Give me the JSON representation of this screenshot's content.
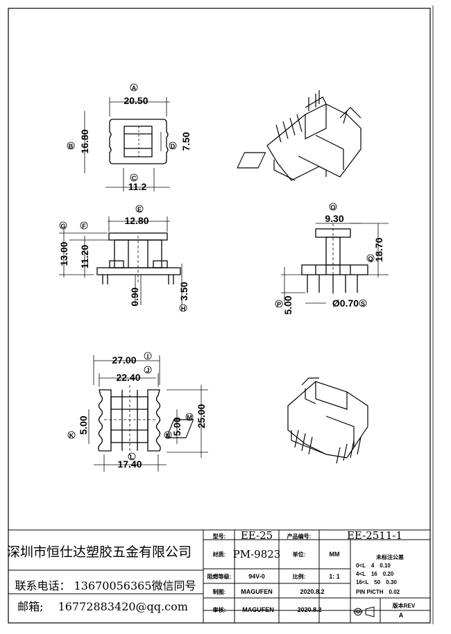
{
  "views": {
    "top": {
      "circle_a": "A",
      "width": "20.50",
      "circle_b": "B",
      "height": "16.80",
      "circle_d": "D",
      "inner": "7.50",
      "circle_c": "C",
      "bottom": "11.2"
    },
    "front": {
      "circle_e": "E",
      "top_width": "12.80",
      "circle_g": "G",
      "circle_f": "F",
      "total_h": "13.00",
      "inner_h": "11.20",
      "pin_w": "0.90",
      "circle_h": "H",
      "pin_len": "3.50"
    },
    "side": {
      "circle_o": "O",
      "width": "9.30",
      "circle_q": "Q",
      "height": "18.70",
      "circle_p": "P",
      "pin_len": "5.00",
      "pin_dia": "Ø0.70",
      "circle_s": "S"
    },
    "bottom": {
      "circle_i": "I",
      "outer": "27.00",
      "circle_j": "J",
      "inner": "22.40",
      "circle_k": "K",
      "left_pitch": "5.00",
      "circle_m": "M",
      "depth": "25.00",
      "circle_n": "N",
      "right_pitch": "5.00",
      "circle_l": "L",
      "base": "17.40"
    }
  },
  "title_block": {
    "company": "深圳市恒仕达塑胶五金有限公司",
    "phone": "联系电话： 13670056365微信同号",
    "email": "邮箱;　 16772883420@qq.com",
    "model_label": "型号:",
    "model_value": "EE-25",
    "part_label": "产品编号:",
    "part_value": "EE-2511-1",
    "material_label": "材质:",
    "material_value": "PM-9823",
    "unit_label": "单位:",
    "unit_value": "MM",
    "flame_label": "阻燃等级:",
    "flame_value": "94V-0",
    "scale_label": "比例:",
    "scale_value": "1: 1",
    "drawn_label": "制图:",
    "drawn_value": "MAGUFEN",
    "drawn_date": "2020.8.2",
    "review_label": "审核:",
    "review_value": "MAGUFEN",
    "review_date": "2020.8.2",
    "tol_title": "未标注公差",
    "tol_1": "0<L　4　0.10",
    "tol_2": "4<L　16　0.20",
    "tol_3": "16<L　50　0.30",
    "tol_4": "PIN PICTH　0.02",
    "rev_label": "版本REV",
    "rev_value": "A"
  }
}
